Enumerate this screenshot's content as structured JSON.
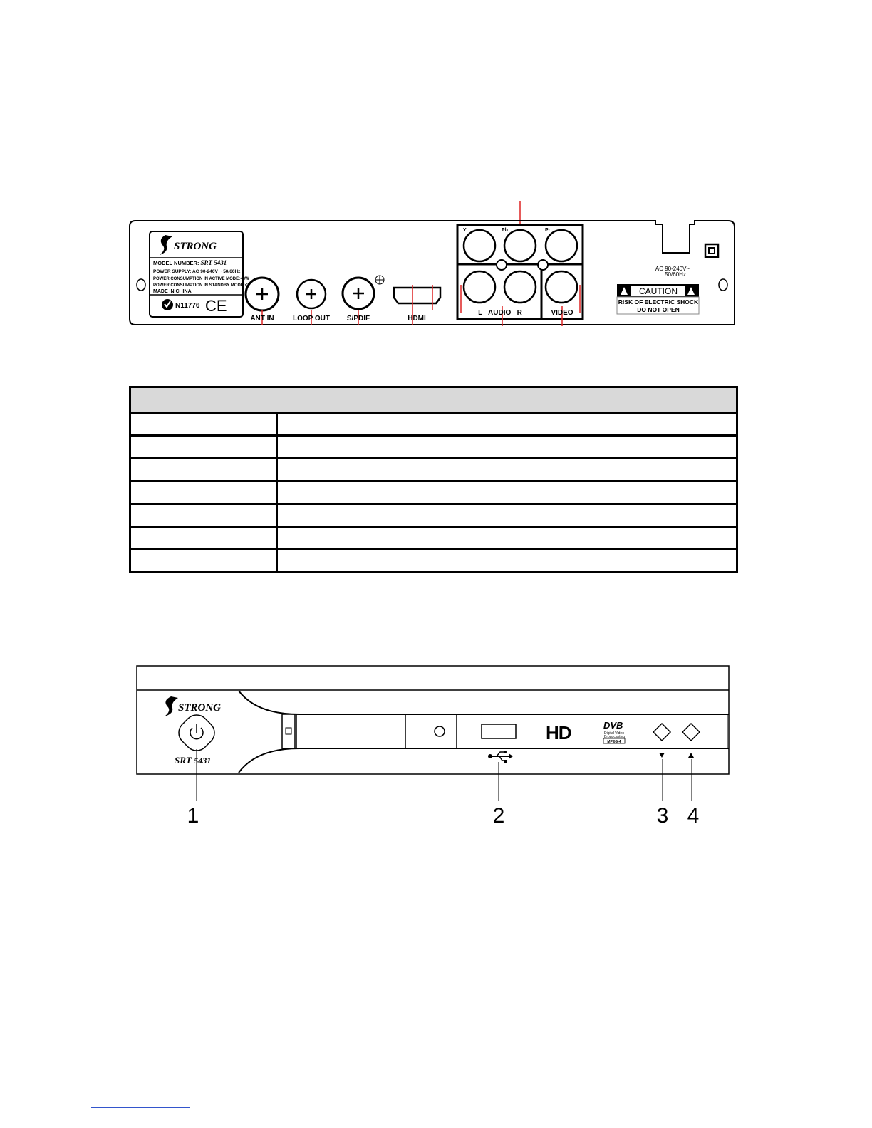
{
  "rear_panel": {
    "brand": "STRONG",
    "label_lines": {
      "model_prefix": "MODEL NUMBER:",
      "model_name": "SRT 5431",
      "power_supply": "POWER SUPPLY: AC 90-240V ~ 50/60Hz",
      "active_mode": "POWER CONSUMPTION IN ACTIVE MODE:<8W",
      "standby_mode": "POWER CONSUMPTION IN STANDBY MODE:<1W",
      "made_in": "MADE IN  CHINA",
      "cert_code": "N11776",
      "ce_mark": "CE"
    },
    "connectors": {
      "ant_in": "ANT IN",
      "loop_out": "LOOP OUT",
      "spdif": "S/PDIF",
      "hdmi": "HDMI",
      "y": "Y",
      "pb": "Pb",
      "pr": "Pr",
      "audio": "L   AUDIO   R",
      "video": "VIDEO"
    },
    "power_rating_line1": "AC 90-240V~",
    "power_rating_line2": "50/60Hz",
    "caution": {
      "title": "CAUTION",
      "line1": "RISK OF ELECTRIC SHOCK",
      "line2": "DO NOT OPEN"
    }
  },
  "spec_table": {
    "header": "",
    "rows": [
      {
        "label": "",
        "value": ""
      },
      {
        "label": "",
        "value": ""
      },
      {
        "label": "",
        "value": ""
      },
      {
        "label": "",
        "value": ""
      },
      {
        "label": "",
        "value": ""
      },
      {
        "label": "",
        "value": ""
      },
      {
        "label": "",
        "value": ""
      }
    ]
  },
  "front_panel": {
    "brand": "STRONG",
    "model_prefix": "SRT",
    "model_number": "5431",
    "hd_logo": "HD",
    "dvb_logo": "DVB",
    "dvb_sub1": "Digital Video",
    "dvb_sub2": "Broadcasting",
    "dvb_sub3": "MPEG-4",
    "callouts": [
      "1",
      "2",
      "3",
      "4"
    ]
  }
}
